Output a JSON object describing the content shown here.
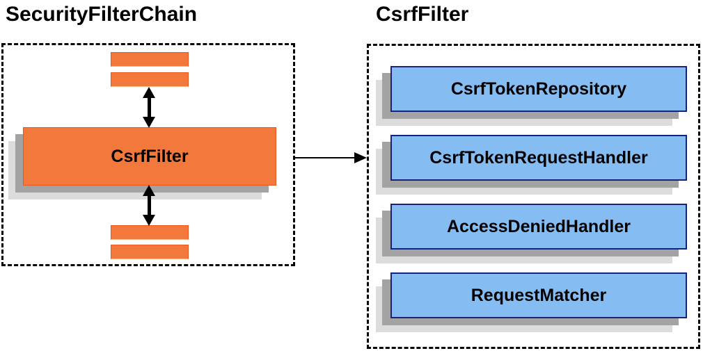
{
  "diagram": {
    "left_panel": {
      "title": "SecurityFilterChain",
      "node_label": "CsrfFilter"
    },
    "right_panel": {
      "title": "CsrfFilter",
      "components": [
        "CsrfTokenRepository",
        "CsrfTokenRequestHandler",
        "AccessDeniedHandler",
        "RequestMatcher"
      ]
    },
    "colors": {
      "orange_fill": "#F2793B",
      "orange_border": "#E8551F",
      "blue_fill": "#85BCF2",
      "blue_border": "#16227C",
      "shadow_dark": "#A3A3A3",
      "shadow_light": "#DCDCDC",
      "line": "#000000"
    }
  }
}
